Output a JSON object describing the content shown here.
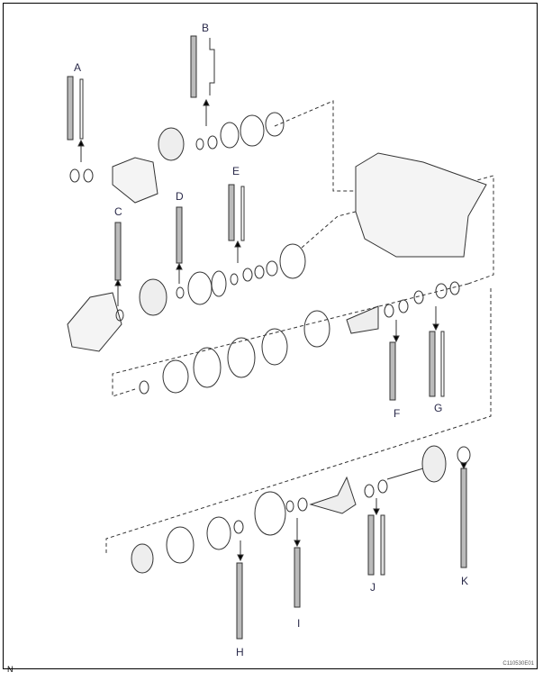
{
  "labels": {
    "A": "A",
    "B": "B",
    "C": "C",
    "D": "D",
    "E": "E",
    "F": "F",
    "G": "G",
    "H": "H",
    "I": "I",
    "J": "J",
    "K": "K"
  },
  "figure_code": "C110530E01",
  "corner_mark": "N",
  "colors": {
    "line": "#333333",
    "label": "#2a2a4a",
    "shade": "#bbbbbb"
  }
}
